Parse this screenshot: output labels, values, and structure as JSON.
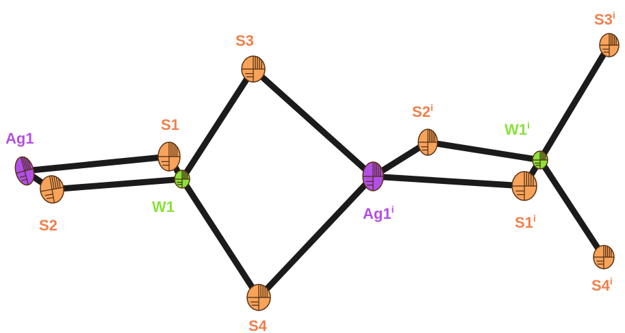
{
  "colors": {
    "sulfur": "#f7a35a",
    "silver": "#b24fe6",
    "tungsten": "#8be23a",
    "sulfur_label": "#f07f49",
    "silver_label": "#b24fe6",
    "tungsten_label": "#88e23a",
    "bond": "#1b1b1b",
    "background": "#ffffff"
  },
  "atoms": {
    "ag1": {
      "label": "Ag1",
      "sup": ""
    },
    "s1": {
      "label": "S1",
      "sup": ""
    },
    "s2": {
      "label": "S2",
      "sup": ""
    },
    "w1": {
      "label": "W1",
      "sup": ""
    },
    "s3": {
      "label": "S3",
      "sup": ""
    },
    "s4": {
      "label": "S4",
      "sup": ""
    },
    "ag1i": {
      "label": "Ag1",
      "sup": "i"
    },
    "s2i": {
      "label": "S2",
      "sup": "i"
    },
    "w1i": {
      "label": "W1",
      "sup": "i"
    },
    "s1i": {
      "label": "S1",
      "sup": "i"
    },
    "s3i": {
      "label": "S3",
      "sup": "i"
    },
    "s4i": {
      "label": "S4",
      "sup": "i"
    }
  },
  "bonds": [
    [
      "ag1",
      "s1"
    ],
    [
      "ag1",
      "s2"
    ],
    [
      "s1",
      "w1"
    ],
    [
      "s2",
      "w1"
    ],
    [
      "w1",
      "s3"
    ],
    [
      "w1",
      "s4"
    ],
    [
      "s3",
      "ag1i"
    ],
    [
      "s4",
      "ag1i"
    ],
    [
      "ag1i",
      "s2i"
    ],
    [
      "ag1i",
      "s1i"
    ],
    [
      "s2i",
      "w1i"
    ],
    [
      "s1i",
      "w1i"
    ],
    [
      "w1i",
      "s3i"
    ],
    [
      "w1i",
      "s4i"
    ]
  ]
}
